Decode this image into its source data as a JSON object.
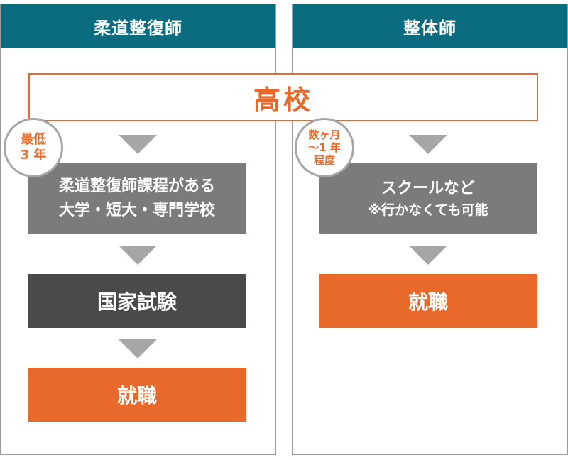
{
  "left": {
    "header": "柔道整復師",
    "badge": {
      "line1": "最低",
      "line2": "3 年"
    },
    "course": {
      "line1": "柔道整復師課程がある",
      "line2": "大学・短大・専門学校"
    },
    "exam": "国家試験",
    "job": "就職"
  },
  "right": {
    "header": "整体師",
    "badge": {
      "line1": "数ヶ月",
      "line2": "〜1 年",
      "line3": "程度"
    },
    "school": {
      "line1": "スクールなど",
      "line2": "※行かなくても可能"
    },
    "job": "就職"
  },
  "high_school": "高校",
  "colors": {
    "header": "#0b6b7f",
    "accent": "#e8692a",
    "gray_box": "#7b7b7b",
    "dark_box": "#4a4a4a",
    "arrow": "#a6a6a6"
  }
}
